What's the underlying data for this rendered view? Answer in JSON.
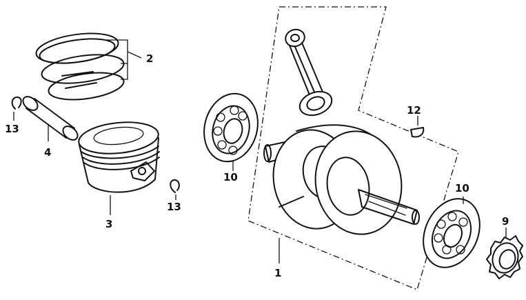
{
  "callouts": {
    "crankshaft_assembly": "1",
    "piston_rings": "2",
    "piston": "3",
    "piston_pin": "4",
    "sprocket": "9",
    "bearing_left": "10",
    "bearing_right": "10",
    "woodruff_key": "12",
    "clip_left": "13",
    "clip_right": "13"
  }
}
